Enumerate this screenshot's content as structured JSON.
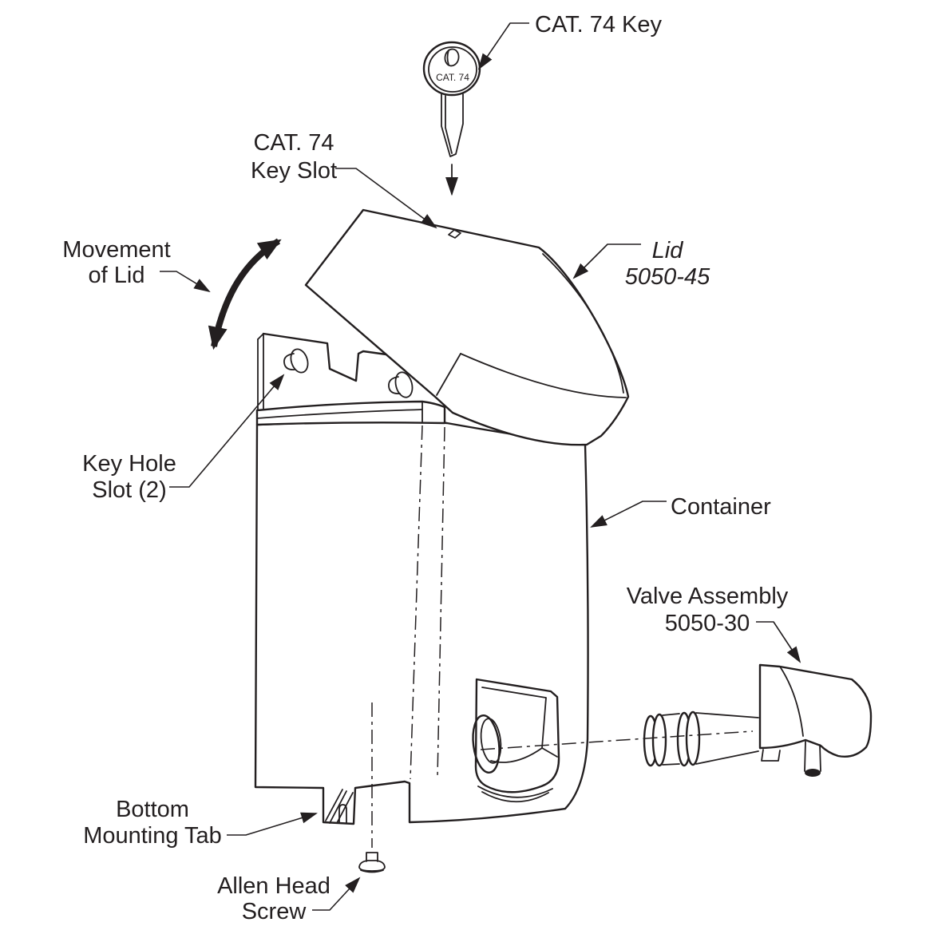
{
  "diagram": {
    "type": "exploded-parts-illustration",
    "subject": "Locking soap dispenser with key, lid, container and valve assembly",
    "line_color": "#231f20",
    "background_color": "#ffffff",
    "labels": {
      "cat74_key": "CAT. 74 Key",
      "key_engraving": "CAT. 74",
      "key_slot": [
        "CAT. 74",
        "Key Slot"
      ],
      "movement_of_lid": [
        "Movement",
        "of Lid"
      ],
      "lid": [
        "Lid",
        "5050-45"
      ],
      "key_hole_slot": [
        "Key Hole",
        "Slot (2)"
      ],
      "container": "Container",
      "valve_assembly": [
        "Valve Assembly",
        "5050-30"
      ],
      "bottom_mounting_tab": [
        "Bottom",
        "Mounting Tab"
      ],
      "allen_head_screw": [
        "Allen Head",
        "Screw"
      ]
    }
  }
}
